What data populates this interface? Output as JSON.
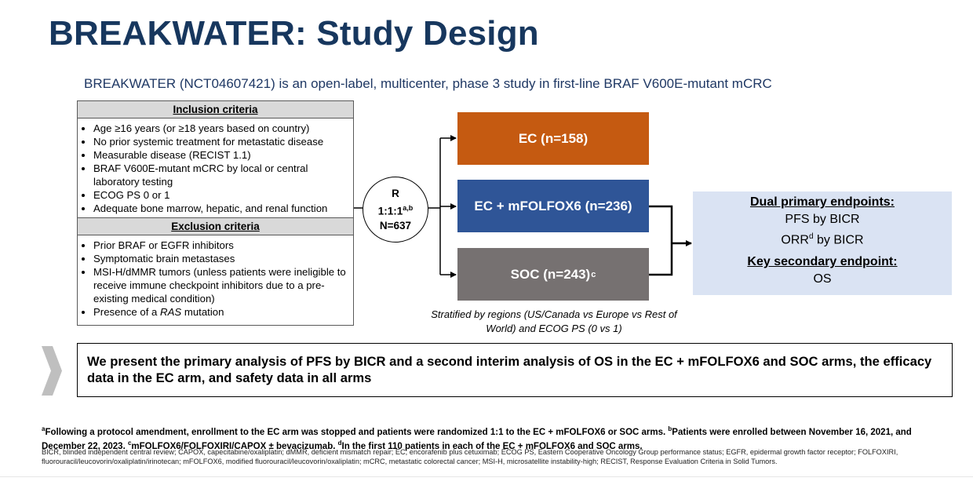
{
  "title": "BREAKWATER: Study Design",
  "subtitle": "BREAKWATER (NCT04607421) is an open-label, multicenter, phase 3 study in first-line BRAF V600E-mutant mCRC",
  "inclusion": {
    "heading": "Inclusion criteria",
    "items": [
      "Age ≥16 years (or ≥18 years based on country)",
      "No prior systemic treatment for metastatic disease",
      "Measurable disease (RECIST 1.1)",
      "BRAF V600E-mutant mCRC by local or central laboratory testing",
      "ECOG PS 0 or 1",
      "Adequate bone marrow, hepatic, and renal function"
    ]
  },
  "exclusion": {
    "heading": "Exclusion criteria",
    "items": [
      "Prior BRAF or EGFR inhibitors",
      "Symptomatic brain metastases",
      "MSI-H/dMMR tumors (unless patients were ineligible to receive immune checkpoint inhibitors due to a pre-existing medical condition)"
    ],
    "last_item_prefix": "Presence of a ",
    "last_item_italic": "RAS",
    "last_item_suffix": " mutation"
  },
  "randomization": {
    "line1": "R",
    "ratio": "1:1:1",
    "ratio_sup": "a,b",
    "n": "N=637"
  },
  "arms": {
    "ec": "EC (n=158)",
    "mfolfox": "EC + mFOLFOX6 (n=236)",
    "soc": "SOC (n=243)",
    "soc_sup": "c"
  },
  "stratification": "Stratified by regions (US/Canada vs Europe vs Rest of World) and ECOG PS (0 vs 1)",
  "endpoints": {
    "primary_heading": "Dual primary endpoints:",
    "pfs": "PFS by BICR",
    "orr_prefix": "ORR",
    "orr_sup": "d",
    "orr_suffix": " by BICR",
    "secondary_heading": "Key secondary endpoint:",
    "os": "OS"
  },
  "summary": "We present the primary analysis of PFS by BICR and a second interim analysis of OS in the EC + mFOLFOX6 and SOC arms, the efficacy data in the EC arm, and safety data in all arms",
  "footnotes": {
    "a_mark": "a",
    "a_text": "Following a protocol amendment, enrollment to the EC arm was stopped and patients were randomized 1:1 to the EC + mFOLFOX6 or SOC arms. ",
    "b_mark": "b",
    "b_text": "Patients were enrolled between November 16, 2021, and December 22, 2023. ",
    "c_mark": "c",
    "c_text": "mFOLFOX6/FOLFOXIRI/CAPOX ± bevacizumab. ",
    "d_mark": "d",
    "d_text": "In the first 110 patients in each of the EC + mFOLFOX6 and SOC arms.",
    "abbreviations": "BICR, blinded independent central review; CAPOX, capecitabine/oxaliplatin; dMMR, deficient mismatch repair; EC, encorafenib plus cetuximab; ECOG PS, Eastern Cooperative Oncology Group performance status; EGFR, epidermal growth factor receptor; FOLFOXIRI, fluorouracil/leucovorin/oxaliplatin/irinotecan; mFOLFOX6, modified fluorouracil/leucovorin/oxaliplatin; mCRC, metastatic colorectal cancer; MSI-H, microsatellite instability-high; RECIST, Response Evaluation Criteria in Solid Tumors."
  },
  "colors": {
    "title": "#17375e",
    "ec_arm": "#c55a11",
    "mfolfox_arm": "#2f5597",
    "soc_arm": "#767171",
    "endpoint_box": "#dae3f3",
    "criteria_header": "#d9d9d9"
  }
}
